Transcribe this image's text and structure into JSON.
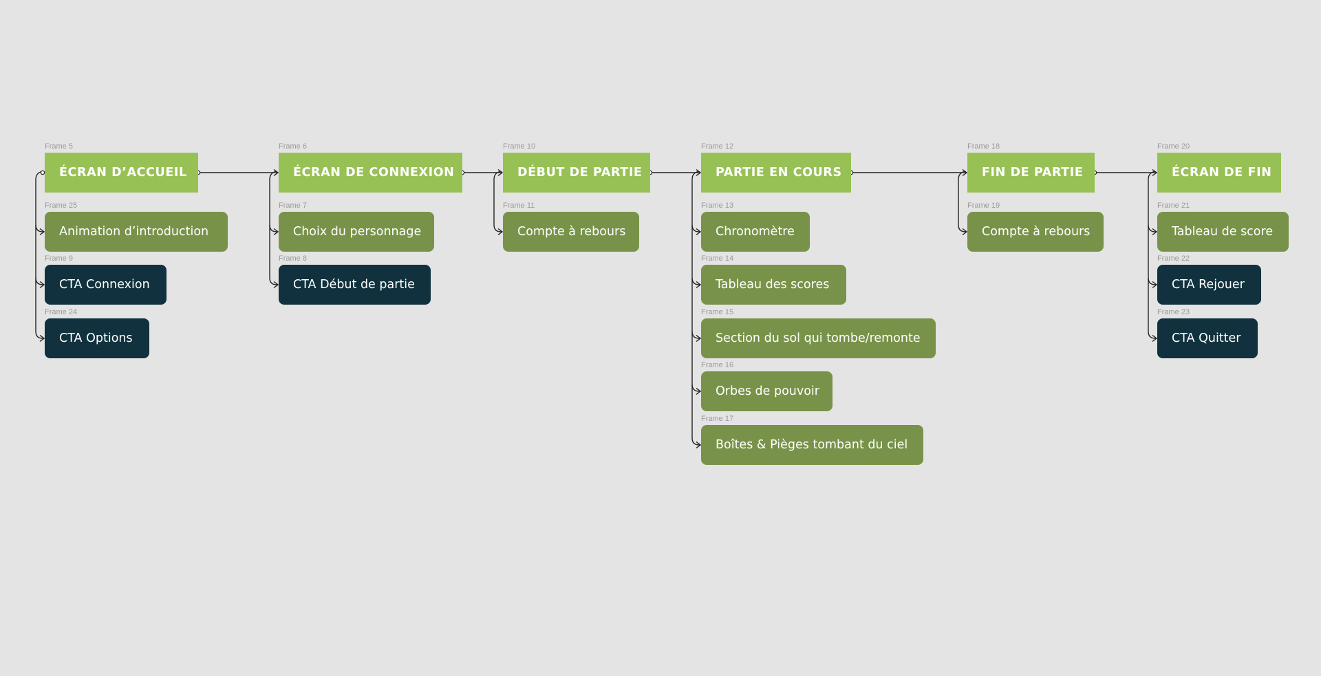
{
  "columns": [
    {
      "header": {
        "frame": "Frame 5",
        "title": "ÉCRAN D’ACCUEIL"
      },
      "children": [
        {
          "frame": "Frame 25",
          "label": "Animation d’introduction",
          "kind": "green"
        },
        {
          "frame": "Frame 9",
          "label": "CTA Connexion",
          "kind": "dark"
        },
        {
          "frame": "Frame 24",
          "label": "CTA Options",
          "kind": "dark"
        }
      ]
    },
    {
      "header": {
        "frame": "Frame 6",
        "title": "ÉCRAN DE CONNEXION"
      },
      "children": [
        {
          "frame": "Frame 7",
          "label": "Choix du personnage",
          "kind": "green"
        },
        {
          "frame": "Frame 8",
          "label": "CTA Début de partie",
          "kind": "dark"
        }
      ]
    },
    {
      "header": {
        "frame": "Frame 10",
        "title": "DÉBUT DE PARTIE"
      },
      "children": [
        {
          "frame": "Frame 11",
          "label": "Compte à rebours",
          "kind": "green"
        }
      ]
    },
    {
      "header": {
        "frame": "Frame 12",
        "title": "PARTIE EN COURS"
      },
      "children": [
        {
          "frame": "Frame 13",
          "label": "Chronomètre",
          "kind": "green"
        },
        {
          "frame": "Frame 14",
          "label": "Tableau des scores",
          "kind": "green"
        },
        {
          "frame": "Frame 15",
          "label": "Section du sol qui tombe/remonte",
          "kind": "green"
        },
        {
          "frame": "Frame 16",
          "label": "Orbes de pouvoir",
          "kind": "green"
        },
        {
          "frame": "Frame 17",
          "label": "Boîtes & Pièges tombant du ciel",
          "kind": "green"
        }
      ]
    },
    {
      "header": {
        "frame": "Frame 18",
        "title": "FIN DE PARTIE"
      },
      "children": [
        {
          "frame": "Frame 19",
          "label": "Compte à rebours",
          "kind": "green"
        }
      ]
    },
    {
      "header": {
        "frame": "Frame 20",
        "title": "ÉCRAN DE FIN"
      },
      "children": [
        {
          "frame": "Frame 21",
          "label": "Tableau de score",
          "kind": "green"
        },
        {
          "frame": "Frame 22",
          "label": "CTA Rejouer",
          "kind": "dark"
        },
        {
          "frame": "Frame 23",
          "label": "CTA Quitter",
          "kind": "dark"
        }
      ]
    }
  ],
  "colors": {
    "background": "#e4e4e4",
    "header": "#98c155",
    "feature": "#789349",
    "cta": "#10313d",
    "connector": "#222222"
  }
}
